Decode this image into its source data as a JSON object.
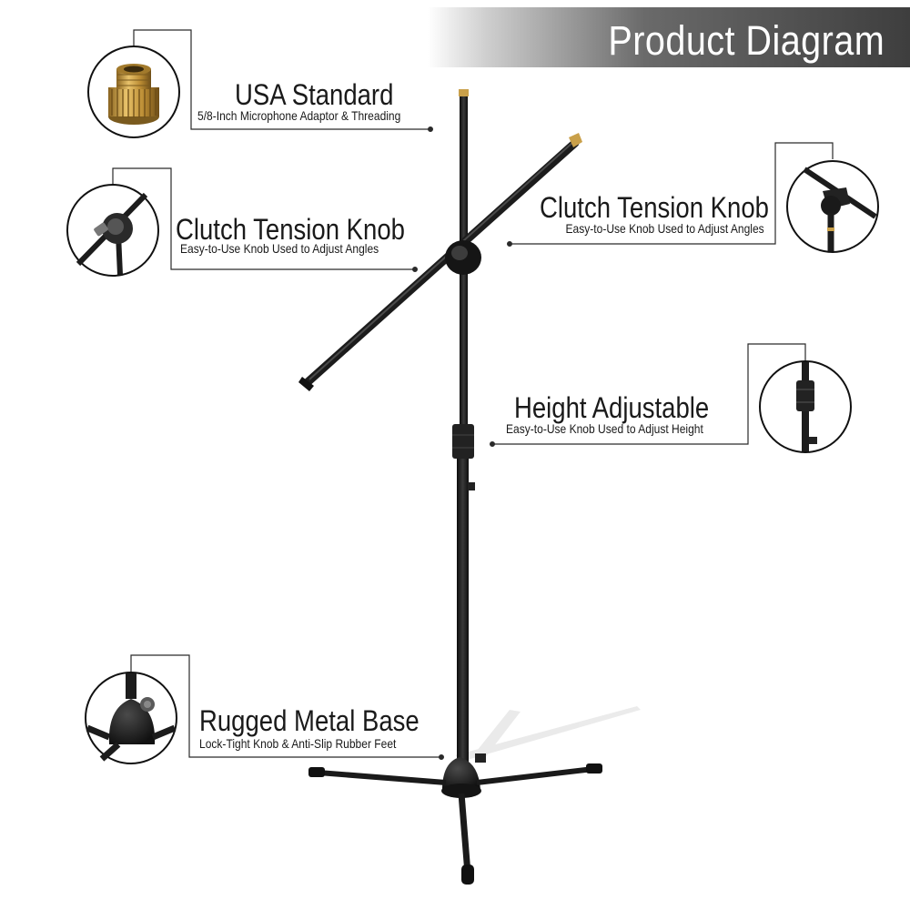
{
  "header": {
    "title": "Product Diagram"
  },
  "callouts": [
    {
      "title": "USA Standard",
      "subtitle": "5/8-Inch Microphone Adaptor & Threading",
      "icon": "brass-adaptor-icon"
    },
    {
      "title": "Clutch Tension Knob",
      "subtitle": "Easy-to-Use Knob Used to Adjust Angles",
      "icon": "clutch-knob-icon"
    },
    {
      "title": "Clutch Tension Knob",
      "subtitle": "Easy-to-Use Knob Used to Adjust Angles",
      "icon": "boom-clutch-icon"
    },
    {
      "title": "Height Adjustable",
      "subtitle": "Easy-to-Use Knob Used to Adjust Height",
      "icon": "height-knob-icon"
    },
    {
      "title": "Rugged Metal Base",
      "subtitle": "Lock-Tight Knob & Anti-Slip Rubber Feet",
      "icon": "tripod-base-icon"
    }
  ],
  "colors": {
    "stand": "#1c1c1c",
    "brass": "#c9a04a",
    "banner": "#4a4a4a",
    "leader": "#2a2a2a"
  }
}
